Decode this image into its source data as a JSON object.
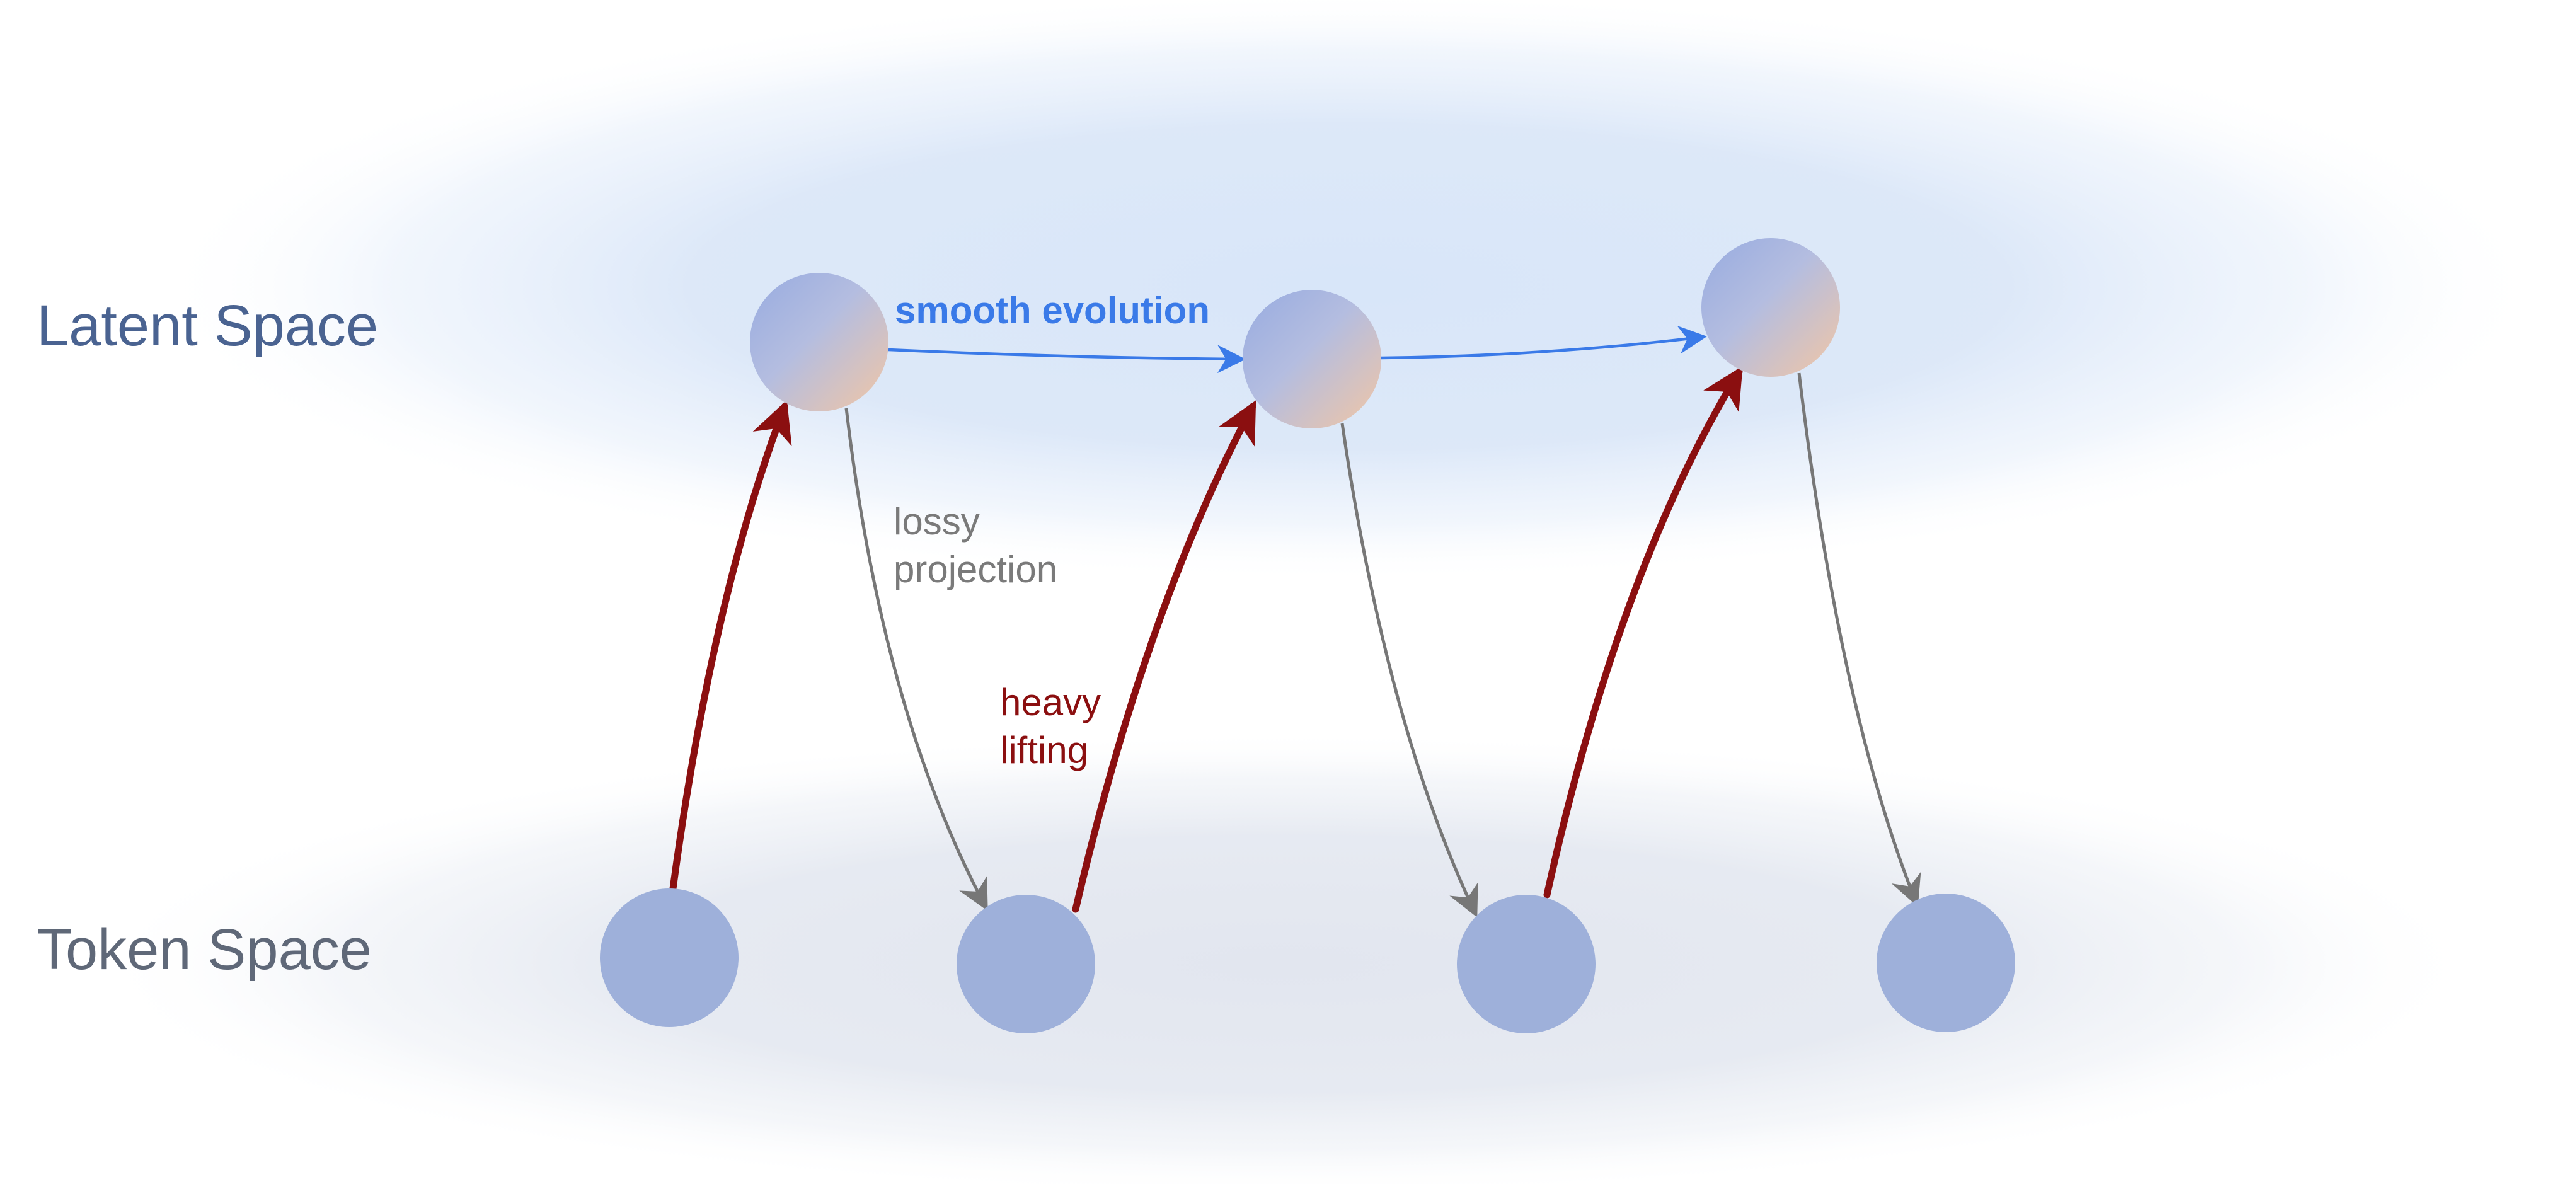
{
  "diagram": {
    "layers": {
      "latent": {
        "label": "Latent Space"
      },
      "token": {
        "label": "Token Space"
      }
    },
    "annotations": {
      "smooth_evolution": "smooth evolution",
      "lossy_projection": [
        "lossy",
        "projection"
      ],
      "heavy_lifting": [
        "heavy",
        "lifting"
      ]
    },
    "colors": {
      "latent_label": "#4a6391",
      "token_label": "#5f6878",
      "latent_glow": "#d6e4f8",
      "token_glow": "#e3e7ef",
      "smooth_arrow": "#3a7ae8",
      "lift_arrow": "#8b0f10",
      "projection_arrow": "#777777",
      "token_node": "#9eb0da",
      "latent_node_start": "#9baee0",
      "latent_node_end": "#ebc3a5"
    },
    "latent_nodes": [
      {
        "id": "latent-1"
      },
      {
        "id": "latent-2"
      },
      {
        "id": "latent-3"
      }
    ],
    "token_nodes": [
      {
        "id": "token-1"
      },
      {
        "id": "token-2"
      },
      {
        "id": "token-3"
      },
      {
        "id": "token-4"
      }
    ]
  }
}
